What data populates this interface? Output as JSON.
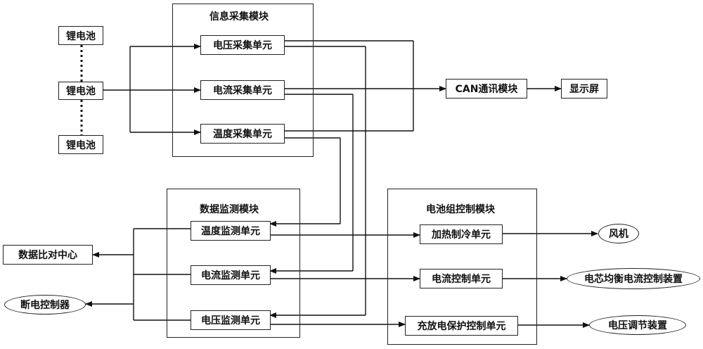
{
  "batteries": [
    "锂电池",
    "锂电池",
    "锂电池"
  ],
  "info_module": {
    "title": "信息采集模块",
    "units": [
      "电压采集单元",
      "电流采集单元",
      "温度采集单元"
    ]
  },
  "can_module": "CAN通讯模块",
  "display": "显示屏",
  "monitor_module": {
    "title": "数据监测模块",
    "units": [
      "温度监测单元",
      "电流监测单元",
      "电压监测单元"
    ]
  },
  "control_module": {
    "title": "电池组控制模块",
    "units": [
      "加热制冷单元",
      "电流控制单元",
      "充放电保护控制单元"
    ]
  },
  "outputs": {
    "fan": "风机",
    "cell_balance": "电芯均衡电流控制装置",
    "voltage_regulator": "电压调节装置"
  },
  "data_center": "数据比对中心",
  "breaker": "断电控制器"
}
